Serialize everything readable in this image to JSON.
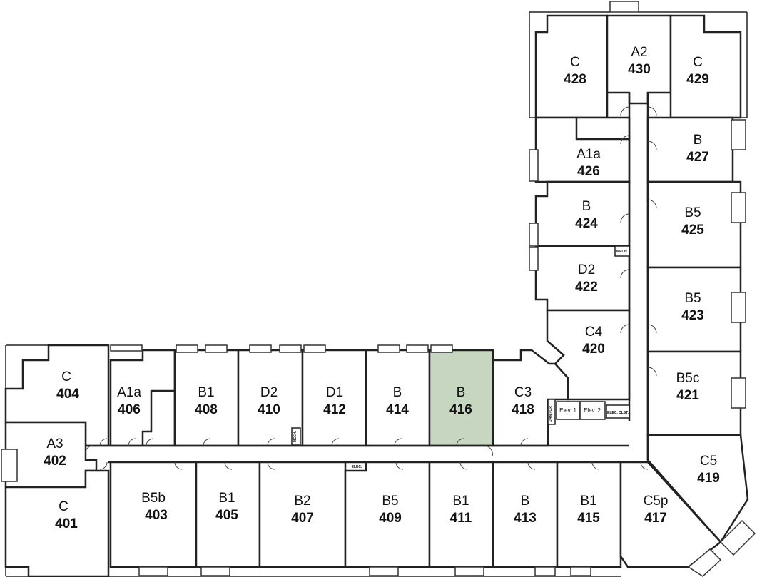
{
  "plan": {
    "highlight_color": "#c6d6c0",
    "highlighted_unit": "416",
    "units": [
      {
        "id": "428",
        "type": "C"
      },
      {
        "id": "430",
        "type": "A2"
      },
      {
        "id": "429",
        "type": "C"
      },
      {
        "id": "426",
        "type": "A1a"
      },
      {
        "id": "427",
        "type": "B"
      },
      {
        "id": "424",
        "type": "B"
      },
      {
        "id": "425",
        "type": "B5"
      },
      {
        "id": "422",
        "type": "D2"
      },
      {
        "id": "423",
        "type": "B5"
      },
      {
        "id": "420",
        "type": "C4"
      },
      {
        "id": "421",
        "type": "B5c"
      },
      {
        "id": "419",
        "type": "C5"
      },
      {
        "id": "404",
        "type": "C"
      },
      {
        "id": "406",
        "type": "A1a"
      },
      {
        "id": "408",
        "type": "B1"
      },
      {
        "id": "410",
        "type": "D2"
      },
      {
        "id": "412",
        "type": "D1"
      },
      {
        "id": "414",
        "type": "B"
      },
      {
        "id": "416",
        "type": "B"
      },
      {
        "id": "418",
        "type": "C3"
      },
      {
        "id": "402",
        "type": "A3"
      },
      {
        "id": "401",
        "type": "C"
      },
      {
        "id": "403",
        "type": "B5b"
      },
      {
        "id": "405",
        "type": "B1"
      },
      {
        "id": "407",
        "type": "B2"
      },
      {
        "id": "409",
        "type": "B5"
      },
      {
        "id": "411",
        "type": "B1"
      },
      {
        "id": "413",
        "type": "B"
      },
      {
        "id": "415",
        "type": "B1"
      },
      {
        "id": "417",
        "type": "C5p"
      }
    ],
    "service": {
      "elev1": "Elev. 1",
      "elev2": "Elev. 2",
      "elec_closet": "ELEC. CLST.",
      "elec": "ELEC.",
      "mech": "MECH.",
      "janitor": "JANITOR"
    }
  }
}
